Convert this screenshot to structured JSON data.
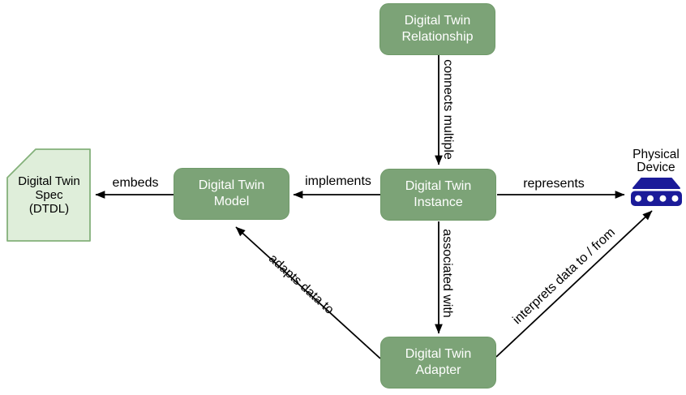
{
  "diagram": {
    "nodes": {
      "relationship": {
        "lines": [
          "Digital Twin",
          "Relationship"
        ]
      },
      "instance": {
        "lines": [
          "Digital Twin",
          "Instance"
        ]
      },
      "model": {
        "lines": [
          "Digital Twin",
          "Model"
        ]
      },
      "adapter": {
        "lines": [
          "Digital Twin",
          "Adapter"
        ]
      },
      "spec": {
        "lines": [
          "Digital Twin",
          "Spec",
          "(DTDL)"
        ]
      },
      "device": {
        "lines": [
          "Physical",
          "Device"
        ]
      }
    },
    "edges": {
      "connects_multiple": {
        "label": "connects multiple",
        "from": "relationship",
        "to": "instance"
      },
      "implements": {
        "label": "implements",
        "from": "instance",
        "to": "model"
      },
      "embeds": {
        "label": "embeds",
        "from": "model",
        "to": "spec"
      },
      "represents": {
        "label": "represents",
        "from": "instance",
        "to": "device"
      },
      "associated_with": {
        "label": "associated with",
        "from": "instance",
        "to": "adapter"
      },
      "adapts_data_to": {
        "label": "adapts data to",
        "from": "adapter",
        "to": "model"
      },
      "interprets_data": {
        "label": "interprets data to / from",
        "from": "adapter",
        "to": "device"
      }
    },
    "colors": {
      "node_fill": "#7CA377",
      "node_border": "#6F9A69",
      "node_text": "#FFFFFF",
      "spec_fill": "#DFEEDA",
      "spec_border": "#84B17A",
      "device_fill": "#1B1B99",
      "line": "#000000",
      "label_text": "#000000",
      "background": "#FFFFFF"
    }
  }
}
